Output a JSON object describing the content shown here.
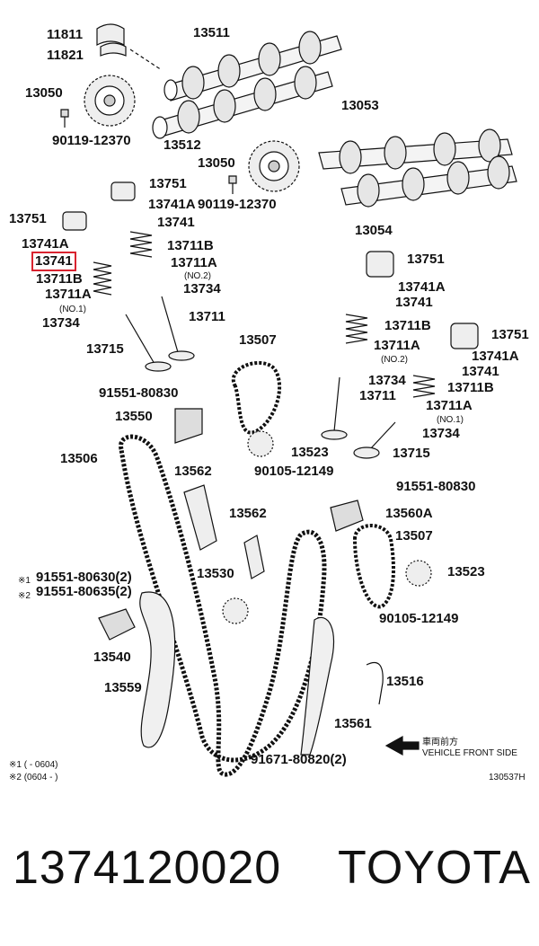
{
  "labels": {
    "p11811": "11811",
    "p11821": "11821",
    "p13511": "13511",
    "p13050a": "13050",
    "p90119a": "90119-12370",
    "p13512": "13512",
    "p13053": "13053",
    "p13050b": "13050",
    "p13054": "13054",
    "p13751a": "13751",
    "p13741Aa": "13741A",
    "p90119b": "90119-12370",
    "p13751b": "13751",
    "p13741a": "13741",
    "p13741Ab": "13741A",
    "p13711Ba": "13711B",
    "p13741hl": "13741",
    "p13711Aa": "13711A",
    "p13711Ba_left": "13711B",
    "p13711A_left": "13711A",
    "p13734a": "13734",
    "p13734b": "13734",
    "p13711a": "13711",
    "p13715a": "13715",
    "p13751c": "13751",
    "p13741Ac": "13741A",
    "p13741c": "13741",
    "p13711Bc": "13711B",
    "p13711Ac": "13711A",
    "p13751d": "13751",
    "p13741Ad": "13741A",
    "p13741d": "13741",
    "p13734c": "13734",
    "p13711Bd": "13711B",
    "p13711c": "13711",
    "p13711Ad": "13711A",
    "p13734d": "13734",
    "p13715b": "13715",
    "p13507a": "13507",
    "p91551a": "91551-80830",
    "p13550": "13550",
    "p13506": "13506",
    "p13523a": "13523",
    "p13562a": "13562",
    "p90105a": "90105-12149",
    "p91551b": "91551-80830",
    "p13562b": "13562",
    "p13560A": "13560A",
    "p13507b": "13507",
    "p13530": "13530",
    "p13523b": "13523",
    "p91551c": "91551-80630(2)",
    "p91551d": "91551-80635(2)",
    "p90105b": "90105-12149",
    "p13540": "13540",
    "p13516": "13516",
    "p13559": "13559",
    "p13561": "13561",
    "p91671": "91671-80820(2)"
  },
  "small_labels": {
    "no2a": "(NO.2)",
    "no1a": "(NO.1)",
    "no2b": "(NO.2)",
    "no1b": "(NO.1)"
  },
  "mark1": "※1",
  "mark2": "※2",
  "notes": {
    "front_jp": "車両前方",
    "front_en": "VEHICLE FRONT SIDE",
    "range1": "※1 (      - 0604)",
    "range2": "※2 (0604 -      )",
    "diagram_code": "130537H"
  },
  "caption": {
    "part_number": "1374120020",
    "brand": "TOYOTA"
  },
  "highlight_color": "#d9232f"
}
